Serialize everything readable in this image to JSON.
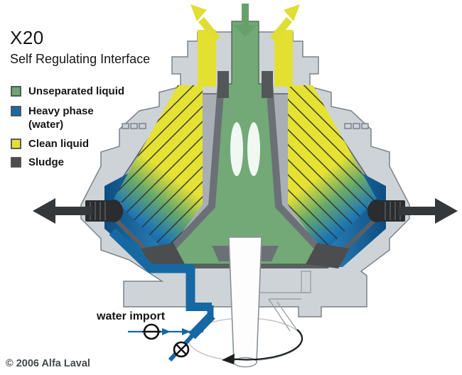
{
  "title": "X20",
  "subtitle": "Self Regulating Interface",
  "legend": {
    "items": [
      {
        "label": "Unseparated liquid",
        "color": "#6fa573"
      },
      {
        "label": "Heavy phase",
        "label2": "(water)",
        "color": "#1a6ba3"
      },
      {
        "label": "Clean liquid",
        "color": "#e3e032"
      },
      {
        "label": "Sludge",
        "color": "#4b4d4f"
      }
    ]
  },
  "labels": {
    "water_import": "water import",
    "copyright": "© 2006 Alfa Laval"
  },
  "colors": {
    "feed_arrow": "#68a06c",
    "clean_arrow": "#e0dd35",
    "discharge_arrow": "#35383a",
    "water_pipe": "#1668a3",
    "casing": "#ced3d7",
    "bowl_metal": "#a9afb5",
    "sludge": "#4b4d4f",
    "center_liquid": "#73a877"
  }
}
